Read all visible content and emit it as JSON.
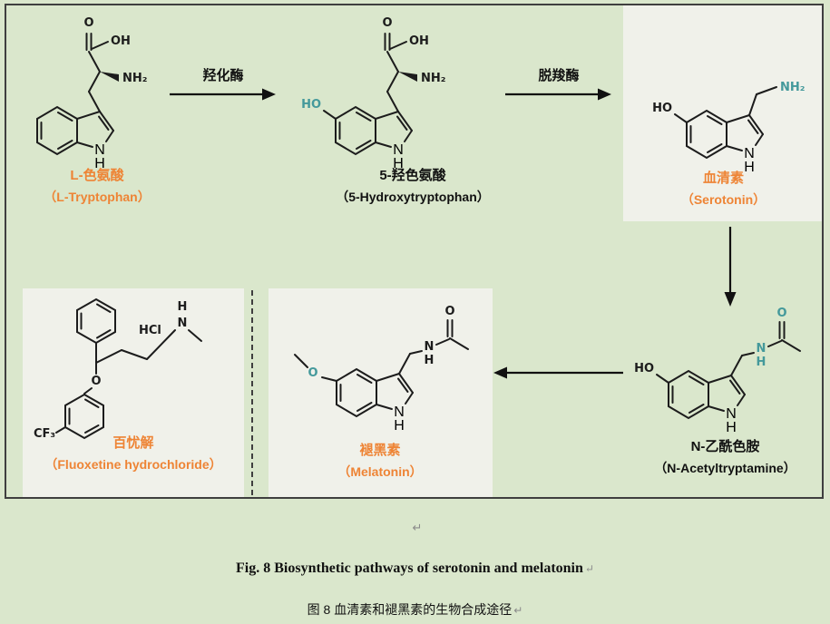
{
  "colors": {
    "background": "#DAE7CC",
    "panel": "#F0F1EA",
    "accent_orange": "#EE8435",
    "accent_teal": "#44999B",
    "bond_black": "#1c1c1c",
    "border": "#3f3f3f"
  },
  "enzymes": {
    "hydroxylase": "羟化酶",
    "decarboxylase": "脱羧酶"
  },
  "compounds": {
    "ltryptophan": {
      "cn": "L-色氨酸",
      "en": "（L-Tryptophan）"
    },
    "hydroxytryptophan": {
      "cn": "5-羟色氨酸",
      "en": "（5-Hydroxytryptophan）"
    },
    "serotonin": {
      "cn": "血清素",
      "en": "（Serotonin）"
    },
    "acetyltryptamine": {
      "cn": "N-乙酰色胺",
      "en": "（N-Acetyltryptamine）"
    },
    "melatonin": {
      "cn": "褪黑素",
      "en": "（Melatonin）"
    },
    "fluoxetine": {
      "cn": "百忧解",
      "en": "（Fluoxetine hydrochloride）"
    }
  },
  "atoms": {
    "O": "O",
    "OH": "OH",
    "HO": "HO",
    "NH2": "NH₂",
    "N": "N",
    "H": "H",
    "HCl": "HCl",
    "CF3": "CF₃"
  },
  "caption": {
    "mark": "↵",
    "fig_en": "Fig. 8 Biosynthetic pathways of serotonin and melatonin",
    "fig_cn": "图 8  血清素和褪黑素的生物合成途径"
  }
}
